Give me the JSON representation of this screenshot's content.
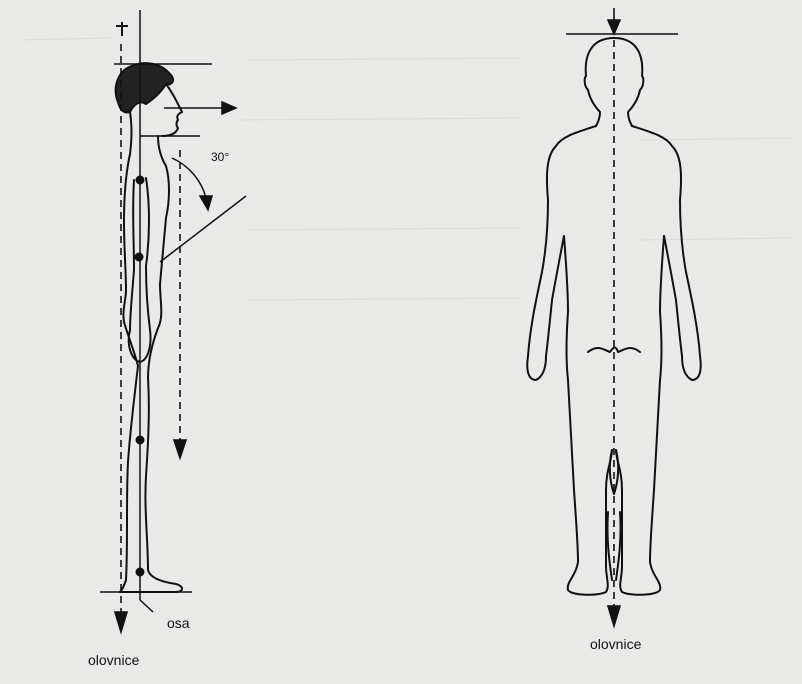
{
  "labels": {
    "angle": "30°",
    "axis": "osa",
    "plumb_line_left": "olovnice",
    "plumb_line_right": "olovnice"
  },
  "colors": {
    "background": "#e9e9e7",
    "ink": "#111111"
  }
}
